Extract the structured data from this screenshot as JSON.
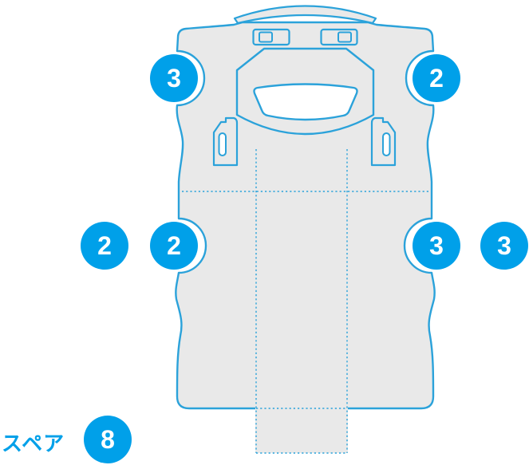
{
  "markers": [
    {
      "position": "top-left",
      "value": "3"
    },
    {
      "position": "top-right",
      "value": "2"
    },
    {
      "position": "mid-left-outer",
      "value": "2"
    },
    {
      "position": "mid-left-inner",
      "value": "2"
    },
    {
      "position": "mid-right-inner",
      "value": "3"
    },
    {
      "position": "mid-right-outer",
      "value": "3"
    }
  ],
  "spare": {
    "label": "スペア",
    "count": "8"
  },
  "colors": {
    "marker_blue": "#00a0e9",
    "line_blue": "#2ba2da",
    "body_gray": "#e9e9e9",
    "background": "#ffffff"
  }
}
